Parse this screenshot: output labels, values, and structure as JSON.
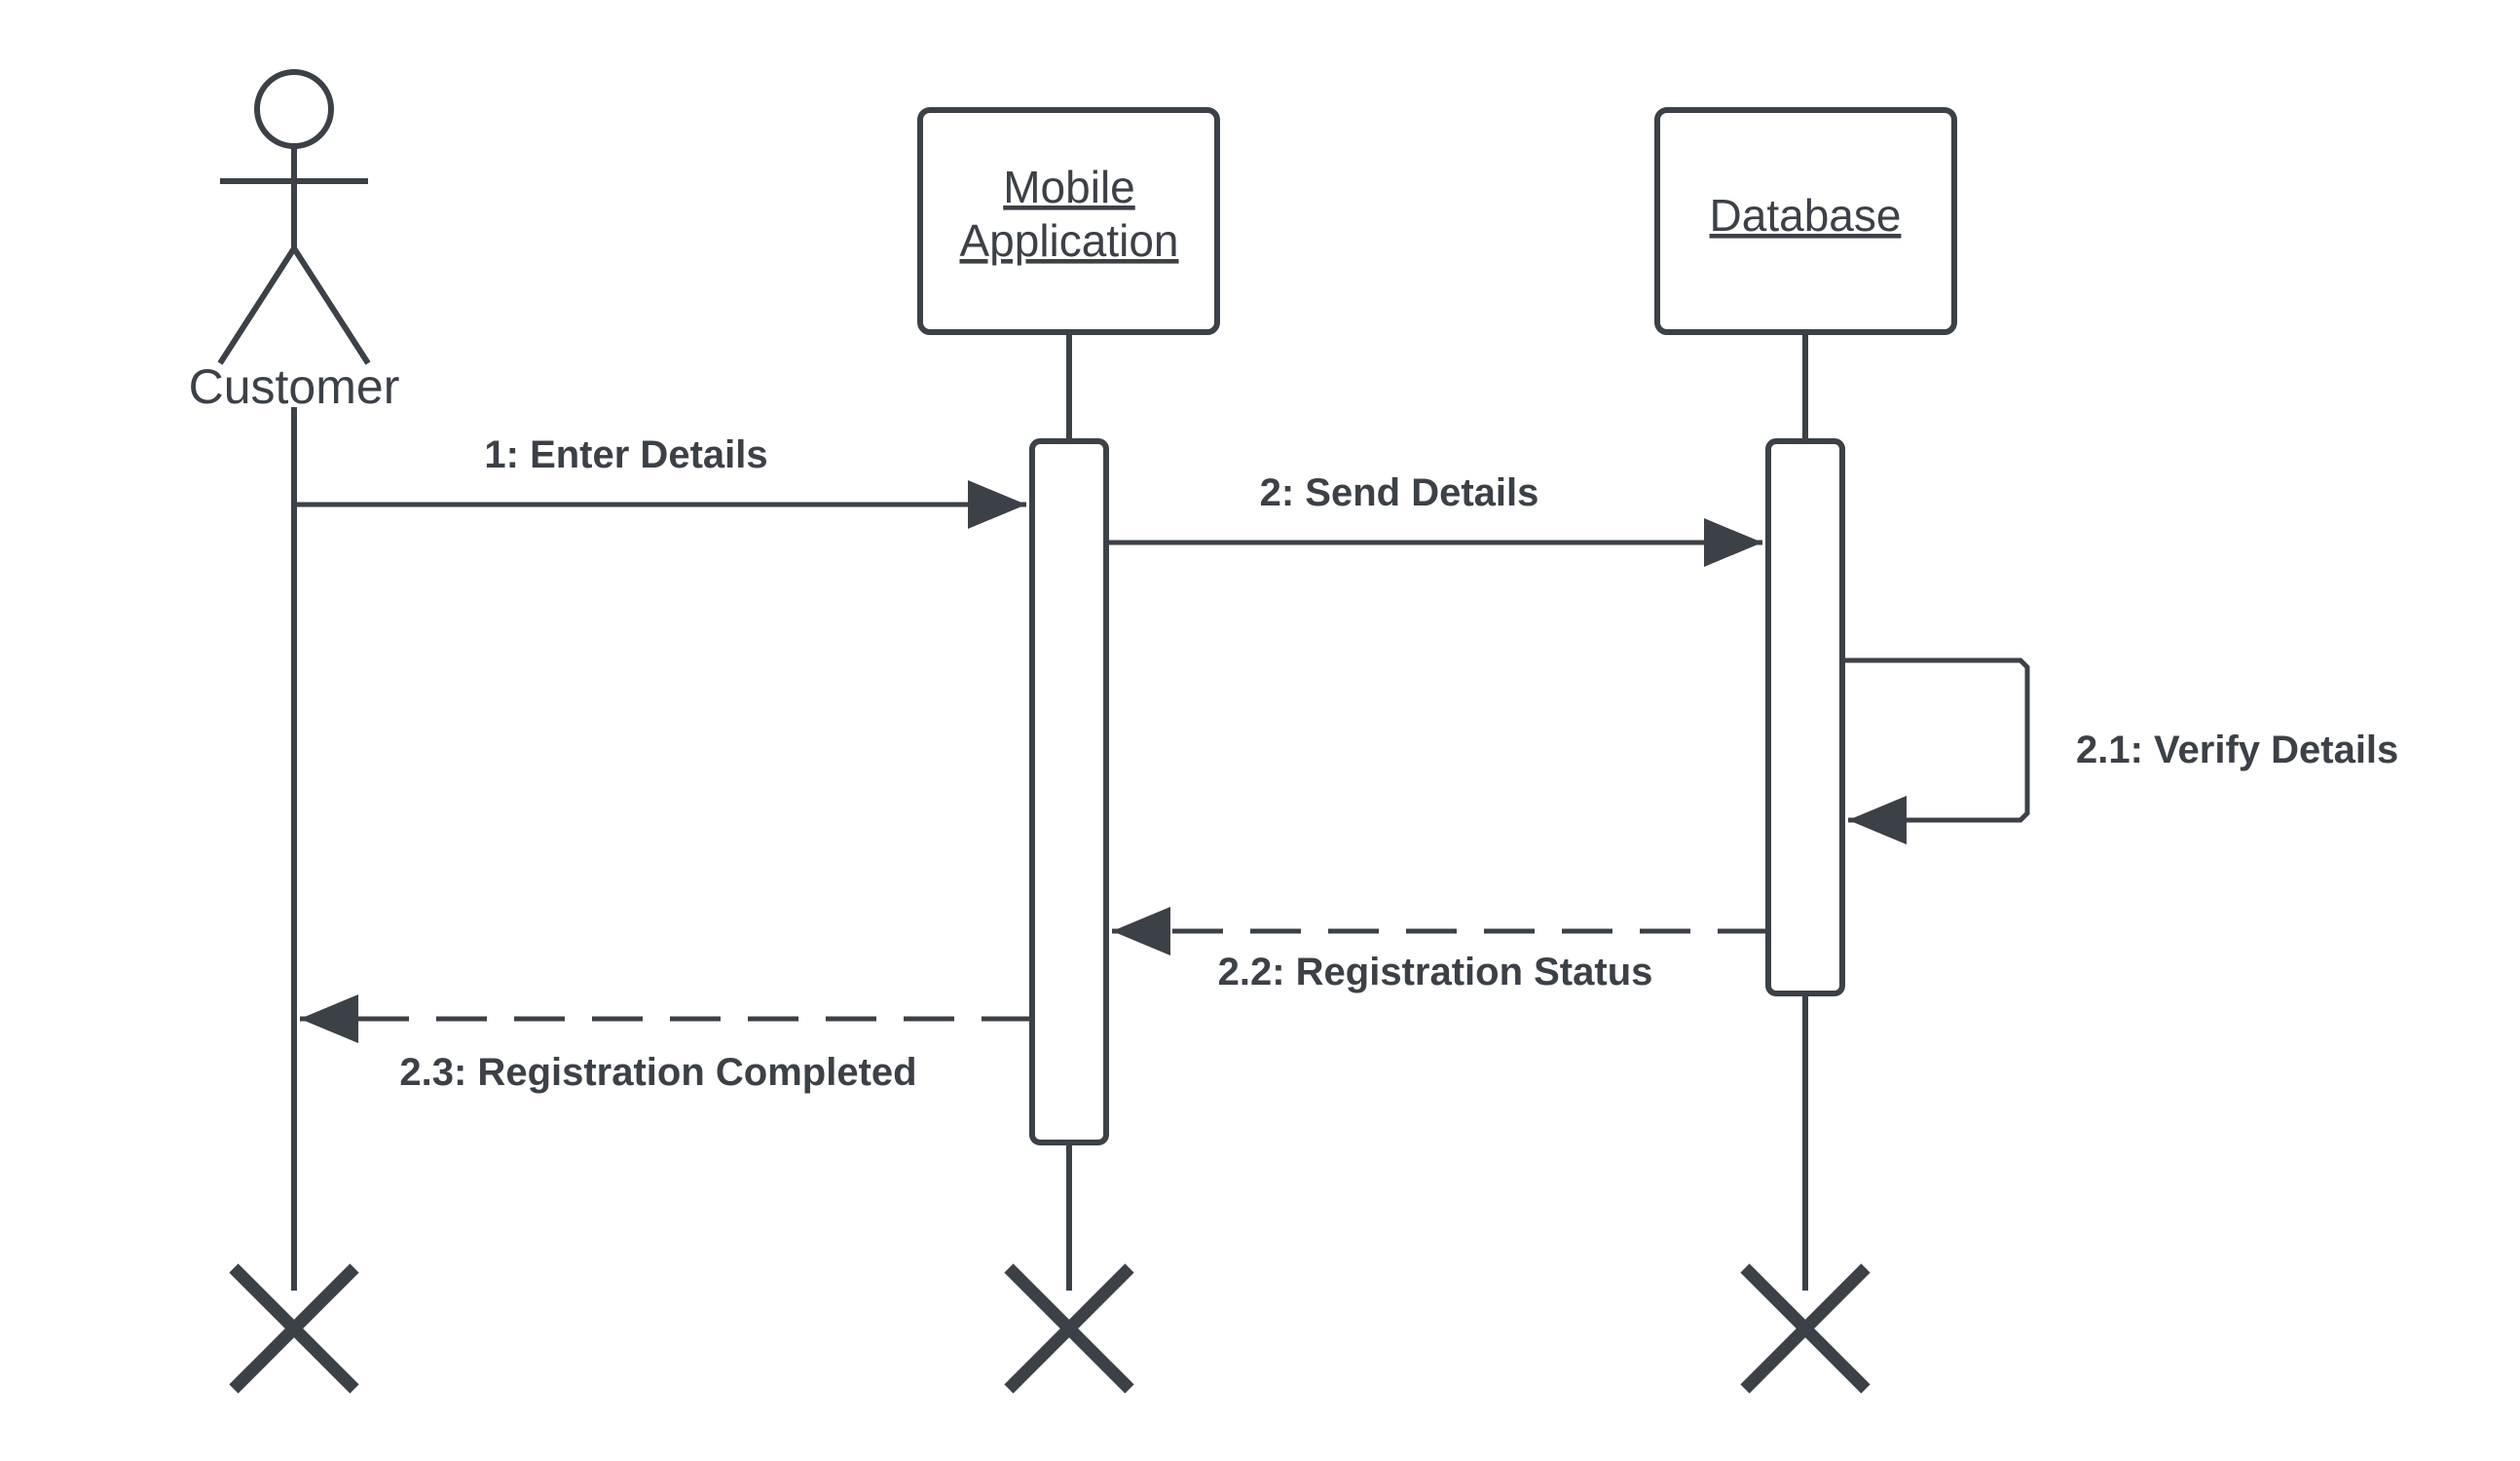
{
  "diagram": {
    "participants": {
      "customer": "Customer",
      "mobile_line1": "Mobile",
      "mobile_line2": "Application",
      "database": "Database"
    },
    "messages": {
      "m1": "1: Enter Details",
      "m2": "2: Send Details",
      "m21": "2.1: Verify Details",
      "m22": "2.2: Registration Status",
      "m23": "2.3: Registration Completed"
    },
    "colors": {
      "ink": "#3c4047",
      "background": "#ffffff"
    }
  }
}
